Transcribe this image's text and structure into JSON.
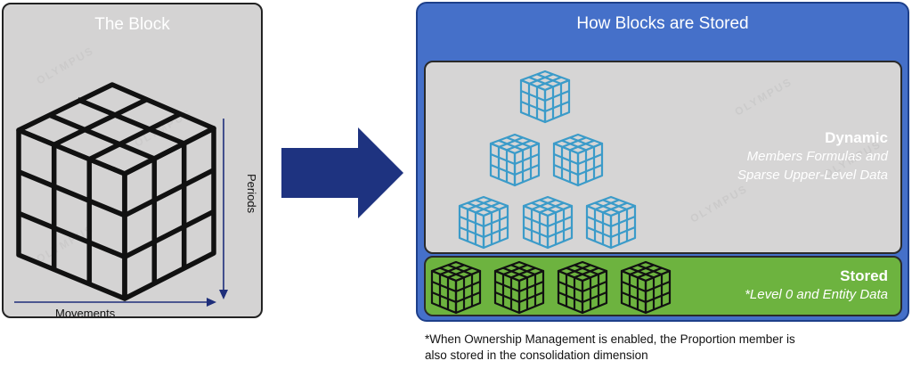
{
  "left_panel": {
    "title": "The Block",
    "vertical_axis_label": "Periods",
    "horizontal_axis_label": "Movements"
  },
  "right_panel": {
    "title": "How Blocks are Stored",
    "dynamic": {
      "heading": "Dynamic",
      "description_line1": "Members Formulas and",
      "description_line2": "Sparse Upper-Level Data"
    },
    "stored": {
      "heading": "Stored",
      "description": "*Level 0 and Entity Data"
    }
  },
  "footnote": {
    "line1": "*When Ownership Management is enabled, the Proportion member is",
    "line2": "also stored in the consolidation dimension"
  },
  "watermark": "OLYMPUS",
  "colors": {
    "left_panel_bg": "#d4d3d3",
    "right_panel_bg": "#4570c9",
    "dynamic_bg": "#d6d5d5",
    "stored_bg": "#6db33f",
    "dynamic_cube": "#3b9bc9",
    "stored_cube": "#111111",
    "arrow": "#1e3380"
  }
}
